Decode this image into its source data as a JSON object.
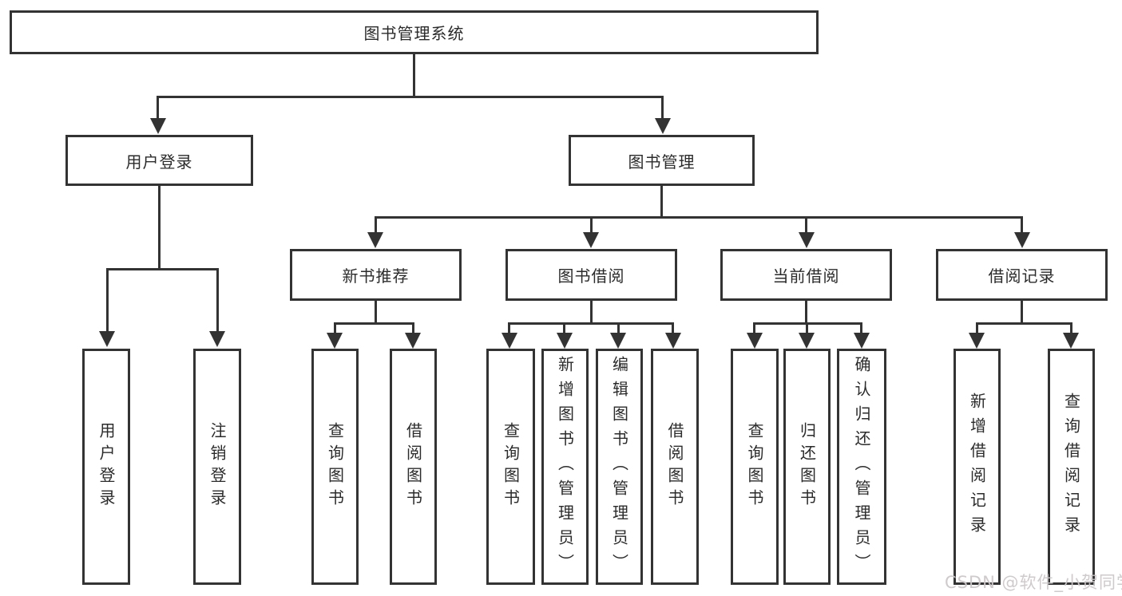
{
  "title": "图书管理系统",
  "watermark": "CSDN @软件_小贺同学",
  "colors": {
    "line": "#333333",
    "box_border": "#333333",
    "box_background": "#ffffff",
    "text": "#2b2b2b",
    "watermark": "#ccc7c9"
  },
  "tree": {
    "root": {
      "label": "图书管理系统"
    },
    "branches": [
      {
        "label": "用户登录",
        "children": [
          "用户登录",
          "注销登录"
        ]
      },
      {
        "label": "图书管理",
        "children": [
          {
            "label": "新书推荐",
            "children": [
              "查询图书",
              "借阅图书"
            ]
          },
          {
            "label": "图书借阅",
            "children": [
              "查询图书",
              "新增图书（管理员）",
              "编辑图书（管理员）",
              "借阅图书"
            ]
          },
          {
            "label": "当前借阅",
            "children": [
              "查询图书",
              "归还图书",
              "确认归还（管理员）"
            ]
          },
          {
            "label": "借阅记录",
            "children": [
              "新增借阅记录",
              "查询借阅记录"
            ]
          }
        ]
      }
    ]
  }
}
